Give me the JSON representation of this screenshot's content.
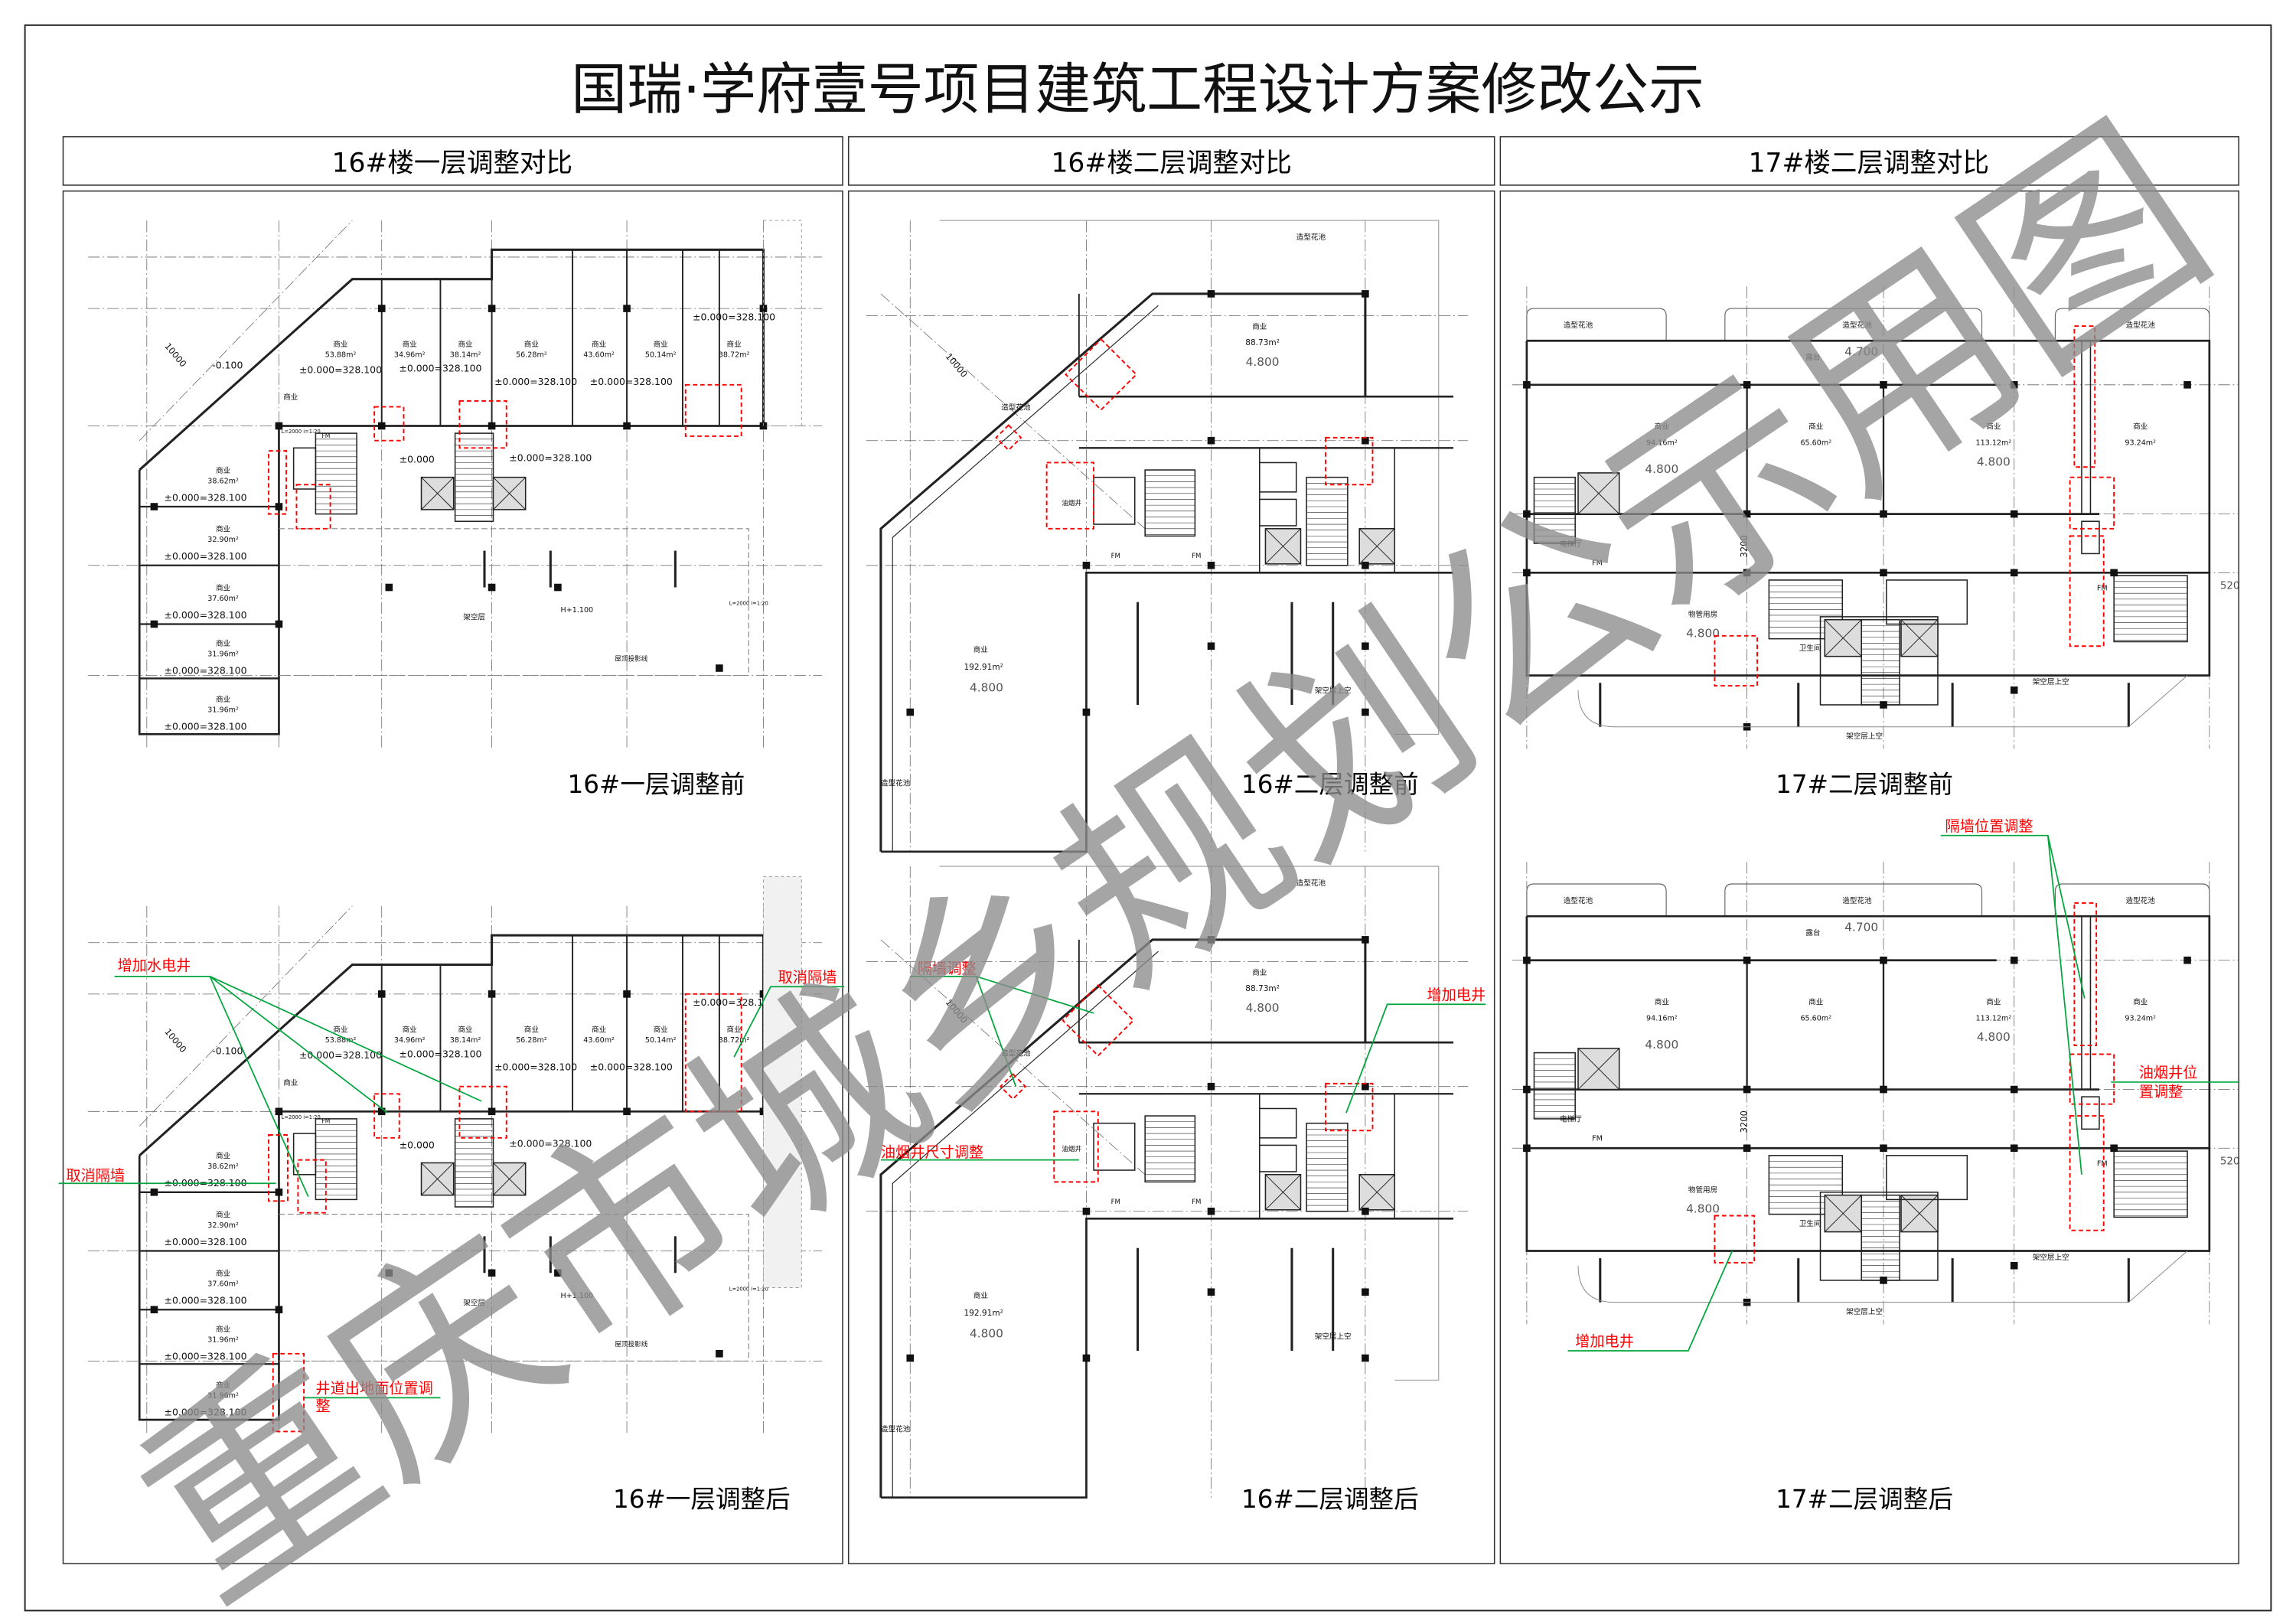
{
  "title": "国瑞·学府壹号项目建筑工程设计方案修改公示",
  "headers": [
    "16#楼一层调整对比",
    "16#楼二层调整对比",
    "17#楼二层调整对比"
  ],
  "captions": {
    "b16f1_before": "16#一层调整前",
    "b16f1_after": "16#一层调整后",
    "b16f2_before": "16#二层调整前",
    "b16f2_after": "16#二层调整后",
    "b17f2_before": "17#二层调整前",
    "b17f2_after": "17#二层调整后"
  },
  "watermark": "重庆市城乡规划公示用图",
  "colors": {
    "annotation_text": "#ff0000",
    "leader_line": "#00a53c",
    "change_box": "#ff0000",
    "watermark": "#8c8c8c"
  },
  "plan_16_f1": {
    "shop_label": "商业",
    "elevation": "±0.000=328.100",
    "top_shops": [
      "53.88m²",
      "34.96m²",
      "38.14m²",
      "56.28m²",
      "43.60m²",
      "50.14m²",
      "38.72m²"
    ],
    "left_shops": [
      "38.62m²",
      "32.90m²",
      "37.60m²",
      "31.96m²",
      "31.96m²"
    ],
    "level_outside": "-0.100",
    "dimension": "10000",
    "level_core": "±0.000",
    "open_floor": "架空层",
    "ramp_height": "H+1.100",
    "roof_projection": "屋顶投影线",
    "ramp_slope": "L=2000 i=1:20",
    "fm": "FM"
  },
  "plan_16_f2": {
    "shop_label": "商业",
    "shop_a_area": "88.73m²",
    "shop_b_area": "192.91m²",
    "level": "4.800",
    "planter": "造型花池",
    "void_above": "架空层上空",
    "dimension": "10000",
    "fm": "FM",
    "smoke_shaft": "油烟井"
  },
  "plan_17_f2": {
    "shop_label": "商业",
    "shops": [
      "94.16m²",
      "65.60m²",
      "113.12m²",
      "93.24m²"
    ],
    "level": "4.800",
    "terrace": "露台",
    "terrace_level": "4.700",
    "planter": "造型花池",
    "lift_lobby": "电梯厅",
    "property_office": "物管用房",
    "toilet": "卫生间",
    "void_above": "架空层上空",
    "corridor_width": "3200",
    "fm": "FM",
    "edge_dim": "520"
  },
  "annotations": {
    "add_water_elec_shaft": "增加水电井",
    "remove_partition": "取消隔墙",
    "shaft_outlet_adjust_1": "井道出地面位置调",
    "shaft_outlet_adjust_2": "整",
    "partition_adjust": "隔墙调整",
    "smoke_shaft_size_adjust": "油烟井尺寸调整",
    "add_elec_shaft": "增加电井",
    "partition_position_adjust": "隔墙位置调整",
    "smoke_shaft_position_adjust_1": "油烟井位",
    "smoke_shaft_position_adjust_2": "置调整"
  }
}
